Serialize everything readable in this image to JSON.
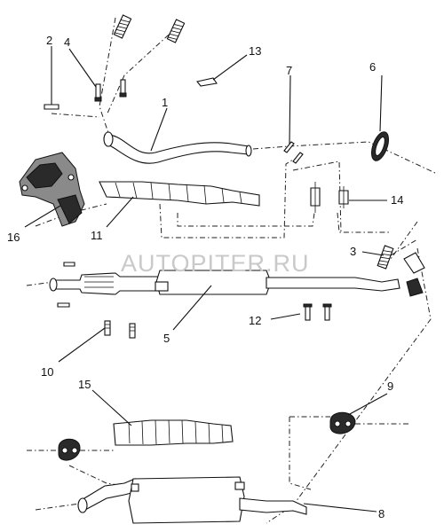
{
  "watermark": "AUTOPITER.RU",
  "callouts": {
    "c1": "1",
    "c2": "2",
    "c3": "3",
    "c4": "4",
    "c5": "5",
    "c6": "6",
    "c7": "7",
    "c8": "8",
    "c9": "9",
    "c10": "10",
    "c11": "11",
    "c12": "12",
    "c13": "13",
    "c14": "14",
    "c15": "15",
    "c16": "16"
  },
  "colors": {
    "ink": "#111111",
    "watermark": "#c9c9c9",
    "background": "#ffffff"
  }
}
